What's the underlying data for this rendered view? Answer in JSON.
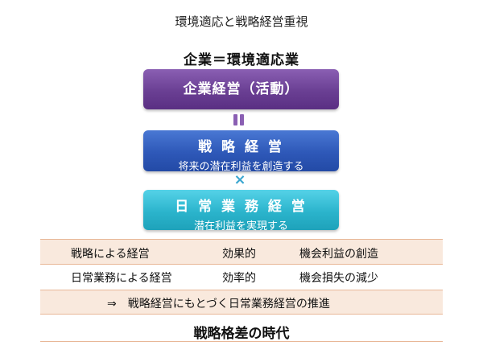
{
  "title": "環境適応と戦略経営重視",
  "subtitle": "企業＝環境適応業",
  "boxes": {
    "top": {
      "label": "企業経営（活動）",
      "color": "#6a3f93"
    },
    "middle": {
      "label": "戦 略 経 営",
      "sub": "将来の潜在利益を創造する",
      "color": "#2e58b8"
    },
    "bottom": {
      "label": "日 常 業 務 経 営",
      "sub": "潜在利益を実現する",
      "color": "#2bb4cc"
    }
  },
  "connectors": {
    "equals": "equals-icon",
    "times": "×"
  },
  "table": {
    "rows": [
      {
        "name": "戦略による経営",
        "measure": "効果的",
        "goal": "機会利益の創造"
      },
      {
        "name": "日常業務による経営",
        "measure": "効率的",
        "goal": "機会損失の減少"
      }
    ],
    "conclusion_row": "⇒　戦略経営にもとづく日常業務経営の推進"
  },
  "conclusion": "戦略格差の時代"
}
